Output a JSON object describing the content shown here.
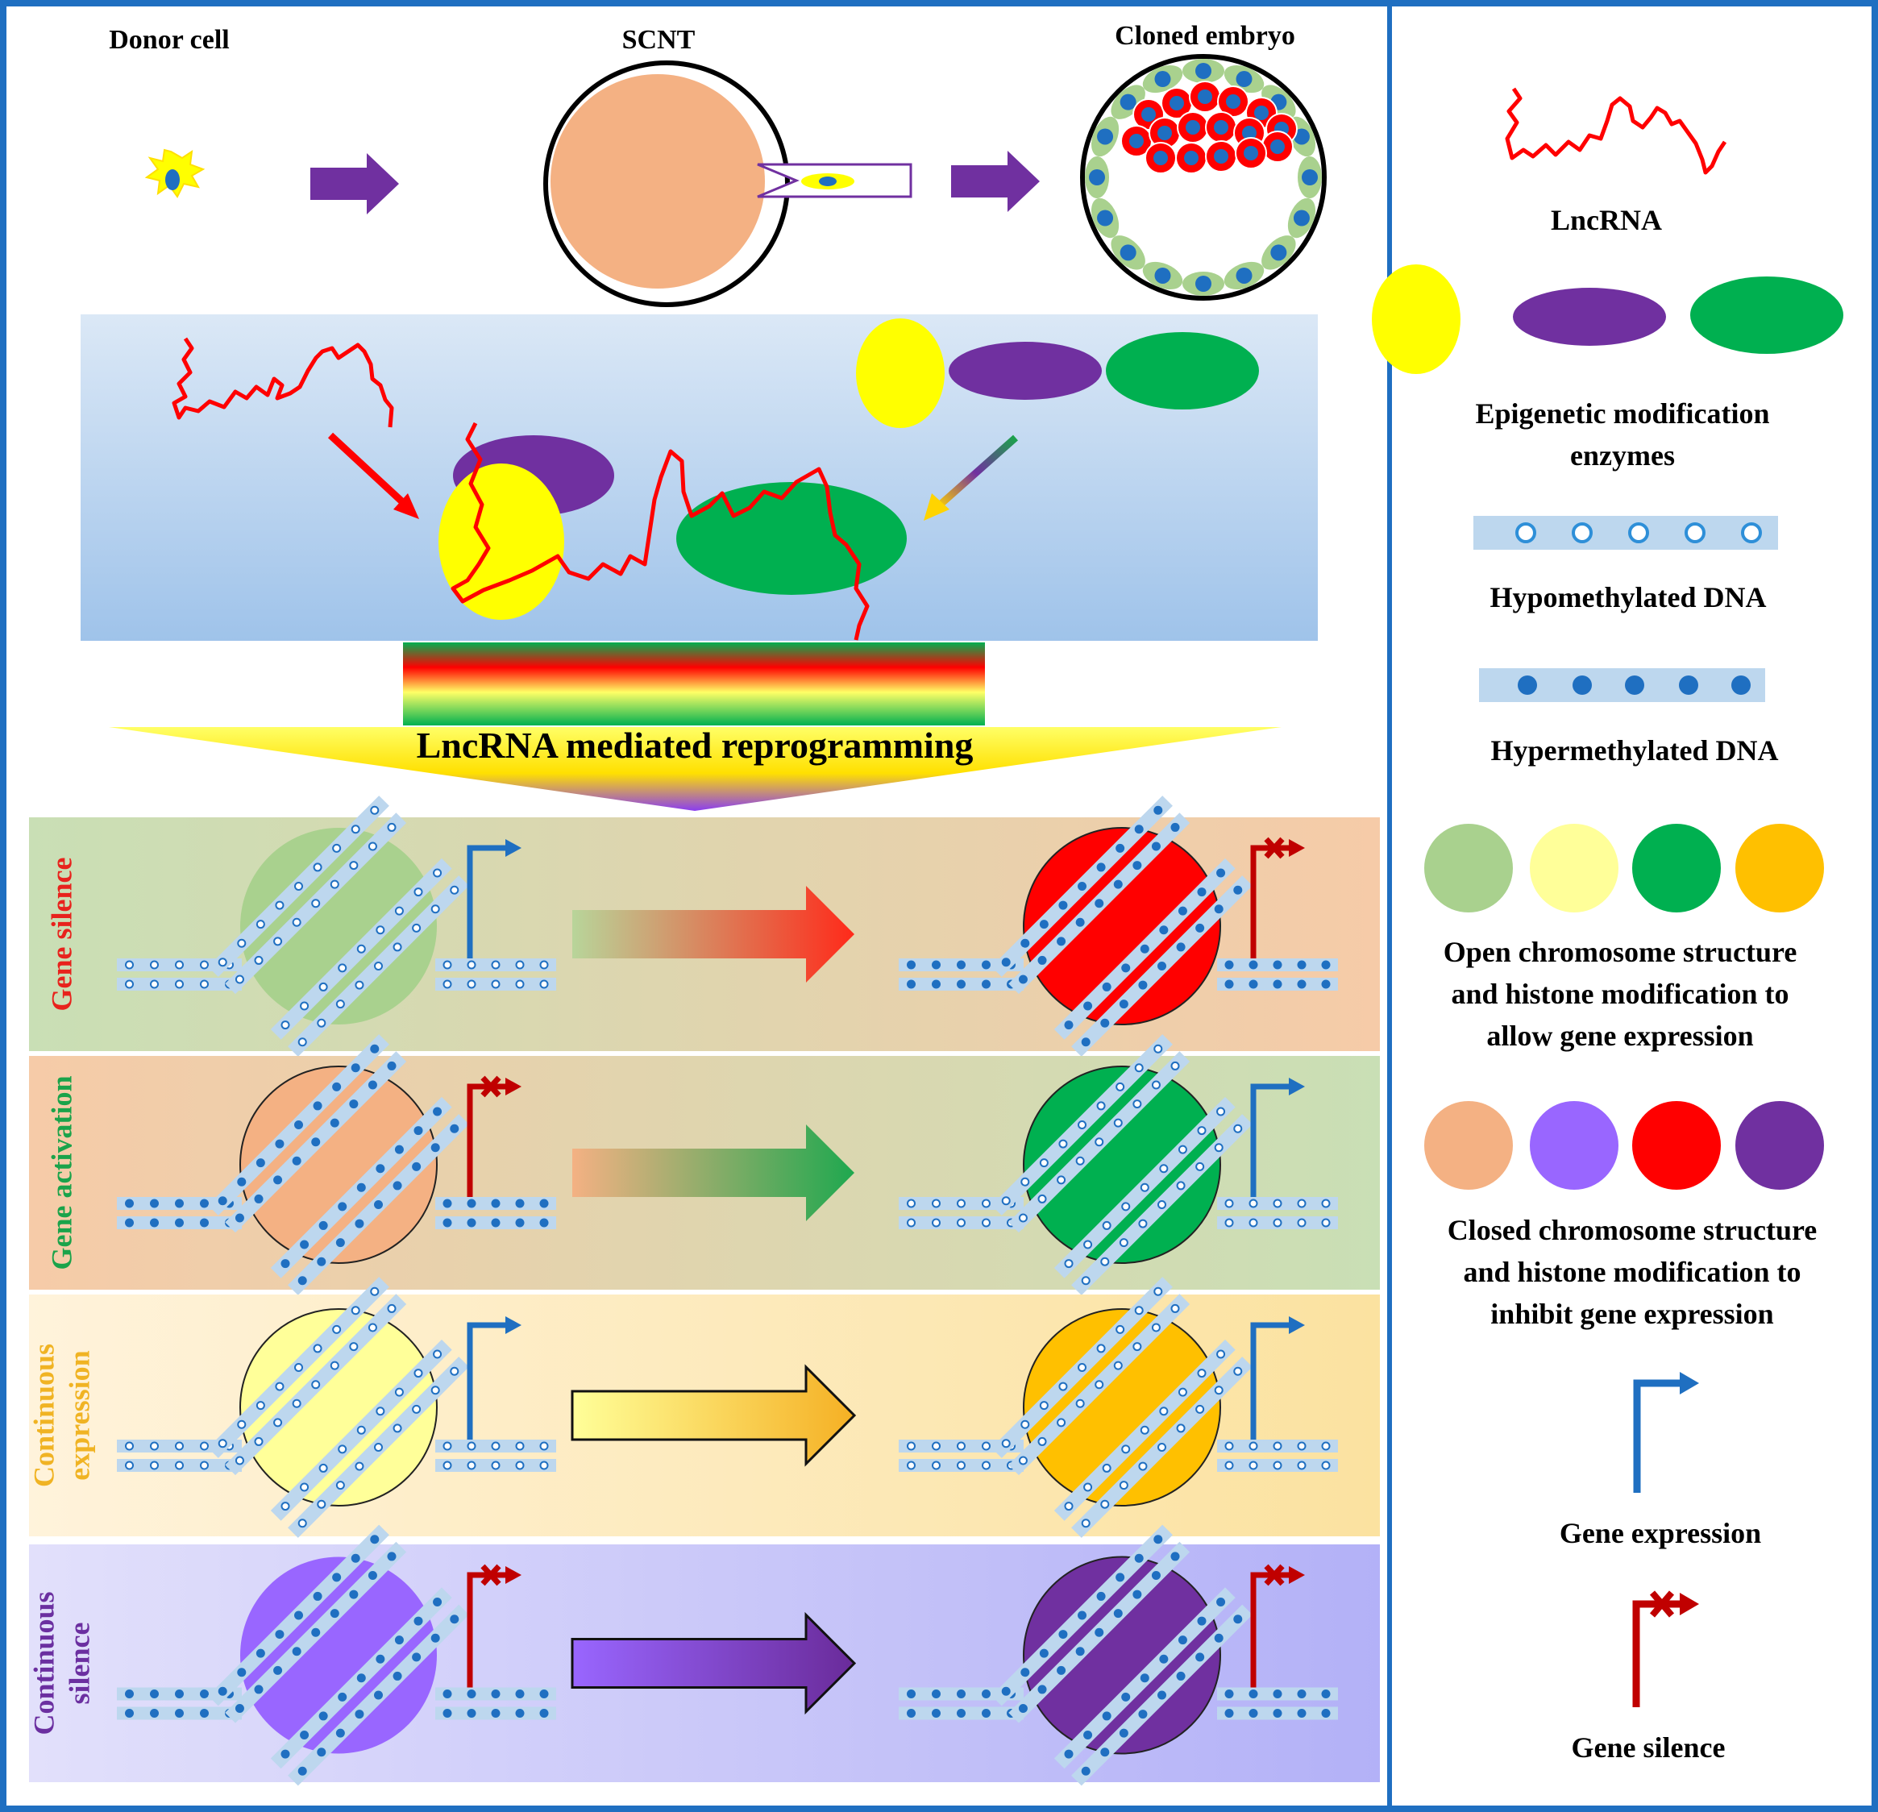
{
  "top": {
    "donor_label": "Donor cell",
    "scnt_label": "SCNT",
    "embryo_label": "Cloned embryo"
  },
  "banner": {
    "title": "LncRNA mediated reprogramming"
  },
  "rows": [
    {
      "label_lines": [
        "Gene silence"
      ],
      "label_color": "#e8221c"
    },
    {
      "label_lines": [
        "Gene activation"
      ],
      "label_color": "#1aa34a"
    },
    {
      "label_lines": [
        "Continuous",
        "expression"
      ],
      "label_color": "#f0b323"
    },
    {
      "label_lines": [
        "Continuous",
        "silence"
      ],
      "label_color": "#6b2fa0"
    }
  ],
  "legend": {
    "lncrna": "LncRNA",
    "enzymes_line1": "Epigenetic modification",
    "enzymes_line2": "enzymes",
    "hypo": "Hypomethylated DNA",
    "hyper": "Hypermethylated DNA",
    "open_line1": "Open chromosome structure",
    "open_line2": "and histone modification to",
    "open_line3": "allow gene expression",
    "closed_line1": "Closed chromosome structure",
    "closed_line2": "and histone modification to",
    "closed_line3": "inhibit gene expression",
    "gene_expression": "Gene expression",
    "gene_silence": "Gene silence"
  },
  "colors": {
    "frame": "#1f6fc1",
    "yellow": "#ffff00",
    "purple": "#7030a0",
    "green": "#00b050",
    "light_green": "#a9d18e",
    "light_yellow": "#ffff99",
    "orange": "#ffc000",
    "salmon": "#f4b183",
    "lavender": "#9966ff",
    "red": "#ff0000",
    "dna": "#bdd7ee",
    "dot": "#1f6fc1",
    "lncrna": "#ff0000",
    "expr_arrow": "#1f6fc1",
    "silence_arrow": "#c00000"
  }
}
